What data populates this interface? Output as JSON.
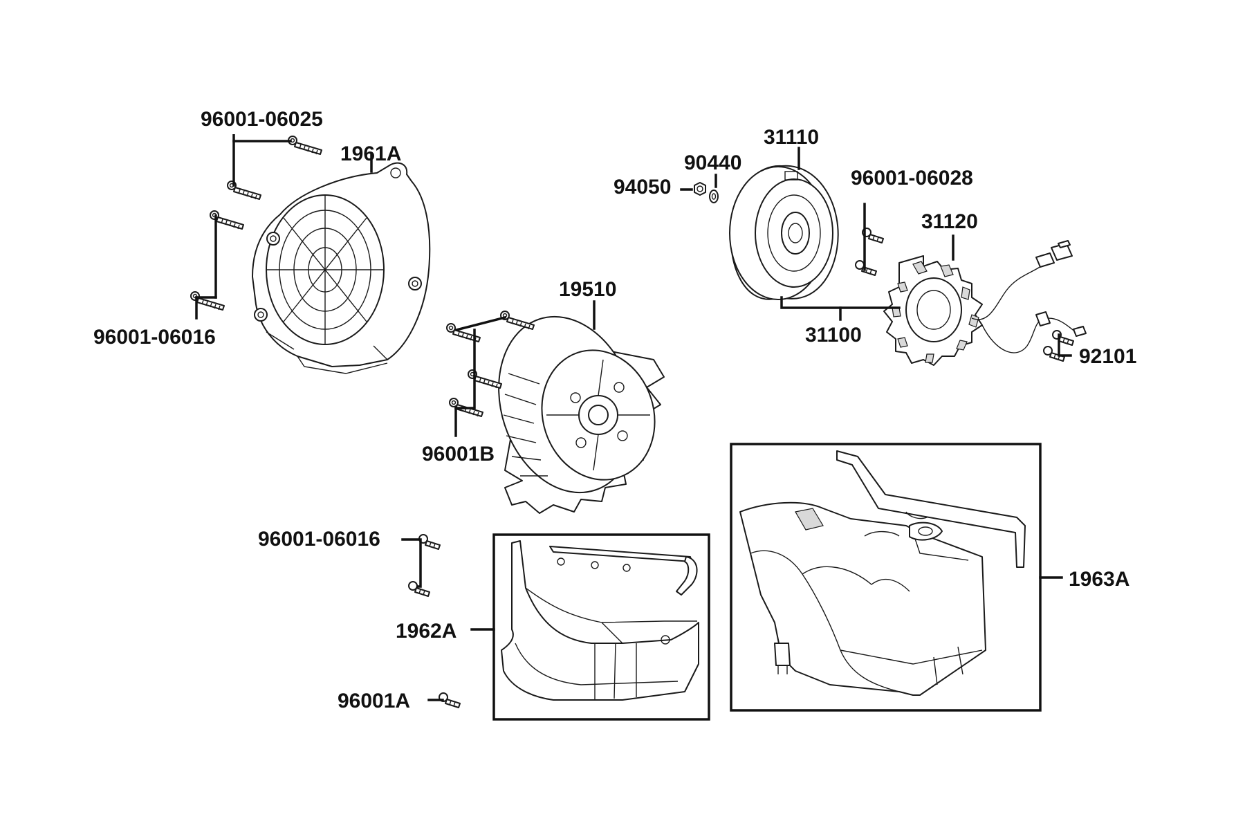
{
  "labels": {
    "p_96001_06025": "96001-06025",
    "p_1961A": "1961A",
    "p_96001_06016_top": "96001-06016",
    "p_19510": "19510",
    "p_96001B": "96001B",
    "p_31110": "31110",
    "p_90440": "90440",
    "p_94050": "94050",
    "p_96001_06028": "96001-06028",
    "p_31120": "31120",
    "p_31100": "31100",
    "p_92101": "92101",
    "p_96001_06016_bottom": "96001-06016",
    "p_1962A": "1962A",
    "p_96001A": "96001A",
    "p_1963A": "1963A"
  }
}
